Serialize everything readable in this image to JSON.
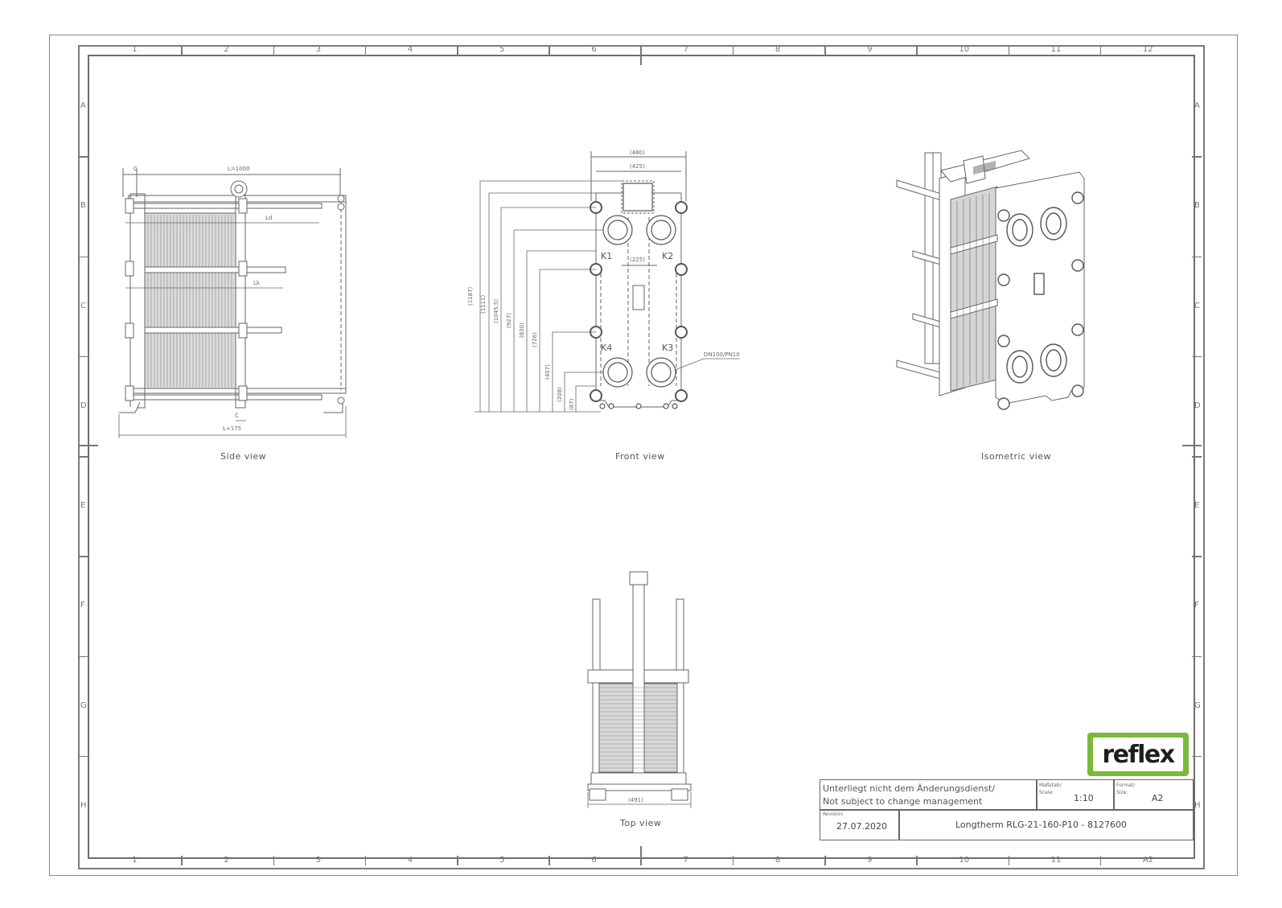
{
  "drawing": {
    "columns": [
      "1",
      "2",
      "3",
      "4",
      "5",
      "6",
      "7",
      "8",
      "9",
      "10",
      "11",
      "12"
    ],
    "rows": [
      "A",
      "B",
      "C",
      "D",
      "E",
      "F",
      "G",
      "H"
    ],
    "bottom_right_size_mark": "A2"
  },
  "views": {
    "side": {
      "label": "Side view",
      "dims": {
        "c_top": "C",
        "length": "L=1000",
        "ld": "Ld",
        "lk": "Lk",
        "c_bottom": "C",
        "total": "L+175"
      }
    },
    "front": {
      "label": "Front view",
      "dims": {
        "width_outer": "(480)",
        "width_inner": "(425)",
        "port_spacing": "(225)",
        "heights": [
          "(1187)",
          "(1111)",
          "(1045,5)",
          "(927)",
          "(830)",
          "(726)",
          "(407)",
          "(208)",
          "(87)"
        ],
        "ports": [
          "K1",
          "K2",
          "K3",
          "K4"
        ],
        "connection": "DN100/PN10"
      }
    },
    "isometric": {
      "label": "Isometric view"
    },
    "top": {
      "label": "Top view",
      "dims": {
        "width": "(491)"
      }
    }
  },
  "logo": {
    "text": "reflex",
    "color": "#7ab83a"
  },
  "title_block": {
    "notice_de": "Unterliegt nicht dem Änderungsdienst/",
    "notice_en": "Not subject to change management",
    "scale_label_de": "Maßstab/",
    "scale_label_en": "Scale:",
    "scale_value": "1:10",
    "format_label_de": "Format/",
    "format_label_en": "Size:",
    "format_value": "A2",
    "revision_label": "Revision",
    "revision_value": "27.07.2020",
    "title": "Longtherm RLG-21-160-P10 - 8127600"
  }
}
